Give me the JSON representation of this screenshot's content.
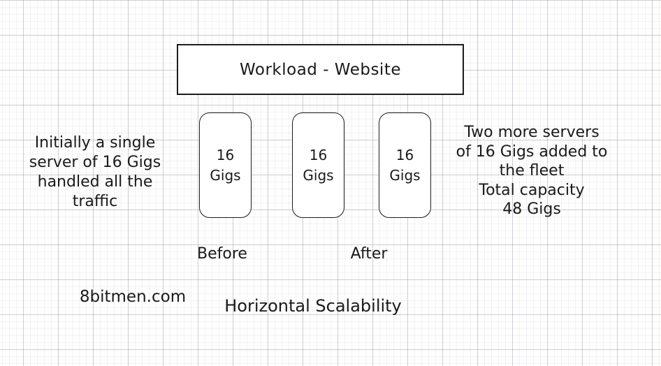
{
  "diagram": {
    "title": "Horizontal Scalability",
    "watermark": "8bitmen.com",
    "workload_box": {
      "label": "Workload - Website"
    },
    "servers": [
      {
        "label": "16\nGigs"
      },
      {
        "label": "16\nGigs"
      },
      {
        "label": "16\nGigs"
      }
    ],
    "notes": {
      "left": "Initially a single\nserver of 16 Gigs\nhandled all the\ntraffic",
      "right": "Two more servers\nof 16 Gigs added to\nthe fleet\nTotal capacity\n48 Gigs"
    },
    "captions": {
      "before": "Before",
      "after": "After"
    },
    "colors": {
      "ink": "#1a1a1a",
      "paper": "#fefefe",
      "grid_major": "#d4d4db",
      "grid_minor": "#efeff3"
    }
  }
}
